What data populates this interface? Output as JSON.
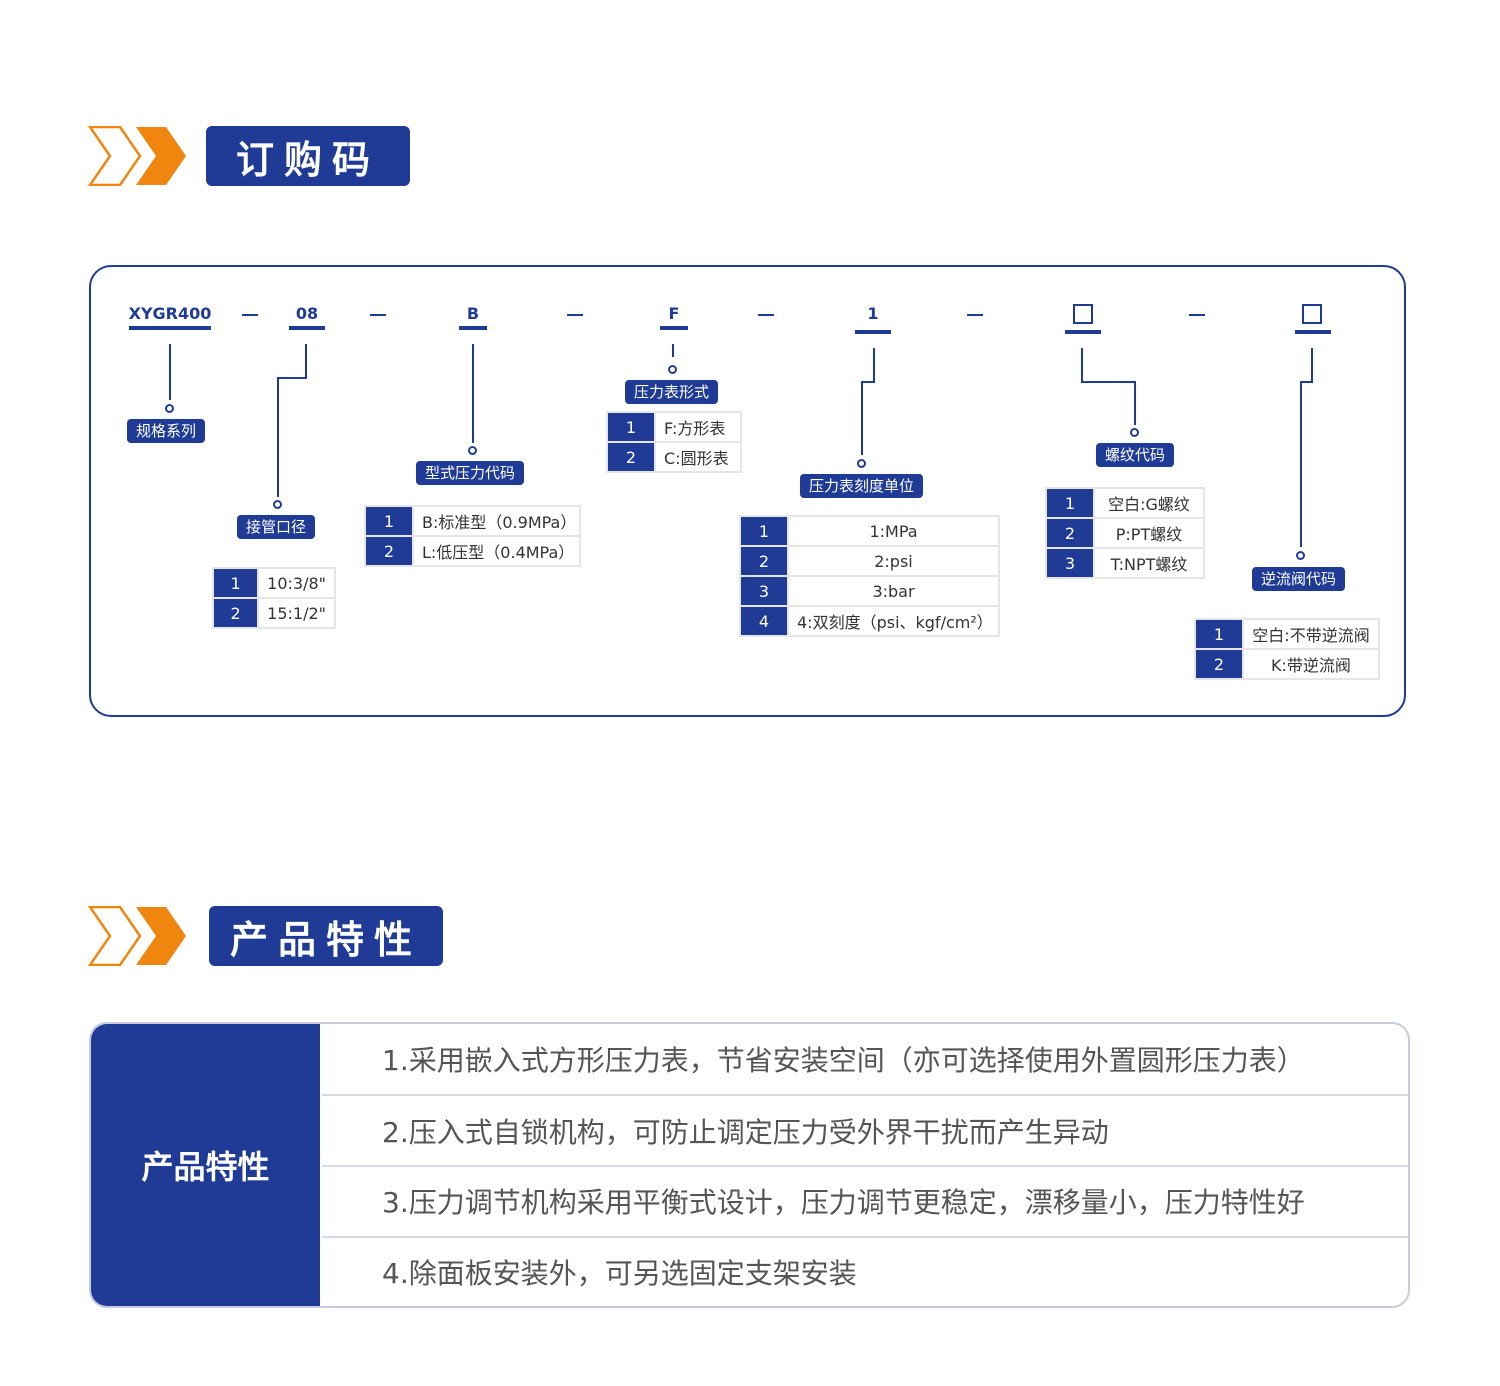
{
  "sections": {
    "order_code": {
      "title": "订购码"
    },
    "features": {
      "title": "产品特性"
    }
  },
  "colors": {
    "primary": "#1f3b95",
    "accent": "#f0860d",
    "border": "#e6e6e6"
  },
  "icons": {
    "section_arrow": "double-chevron-right-icon",
    "placeholder": "empty-square-icon"
  },
  "order_code": {
    "separator": "—",
    "segments": [
      {
        "code": "XYGR400",
        "label": "规格系列",
        "options": []
      },
      {
        "code": "08",
        "label": "接管口径",
        "options": [
          {
            "num": "1",
            "text": "10:3/8\""
          },
          {
            "num": "2",
            "text": "15:1/2\""
          }
        ]
      },
      {
        "code": "B",
        "label": "型式压力代码",
        "options": [
          {
            "num": "1",
            "text": "B:标准型（0.9MPa）"
          },
          {
            "num": "2",
            "text": "L:低压型（0.4MPa）"
          }
        ]
      },
      {
        "code": "F",
        "label": "压力表形式",
        "options": [
          {
            "num": "1",
            "text": "F:方形表"
          },
          {
            "num": "2",
            "text": "C:圆形表"
          }
        ]
      },
      {
        "code": "1",
        "label": "压力表刻度单位",
        "options": [
          {
            "num": "1",
            "text": "1:MPa"
          },
          {
            "num": "2",
            "text": "2:psi"
          },
          {
            "num": "3",
            "text": "3:bar"
          },
          {
            "num": "4",
            "text": "4:双刻度（psi、kgf/cm²）"
          }
        ]
      },
      {
        "code": "",
        "label": "螺纹代码",
        "options": [
          {
            "num": "1",
            "text": "空白:G螺纹"
          },
          {
            "num": "2",
            "text": "P:PT螺纹"
          },
          {
            "num": "3",
            "text": "T:NPT螺纹"
          }
        ]
      },
      {
        "code": "",
        "label": "逆流阀代码",
        "options": [
          {
            "num": "1",
            "text": "空白:不带逆流阀"
          },
          {
            "num": "2",
            "text": "K:带逆流阀"
          }
        ]
      }
    ]
  },
  "features": {
    "header": "产品特性",
    "items": [
      "1.采用嵌入式方形压力表，节省安装空间（亦可选择使用外置圆形压力表）",
      "2.压入式自锁机构，可防止调定压力受外界干扰而产生异动",
      "3.压力调节机构采用平衡式设计，压力调节更稳定，漂移量小，压力特性好",
      "4.除面板安装外，可另选固定支架安装"
    ]
  }
}
